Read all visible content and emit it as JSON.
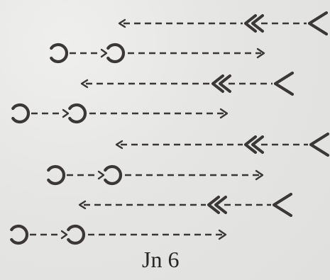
{
  "caption": "Jn 6",
  "ink_color": "#3a3736",
  "rows": [
    {
      "direction": "leftward",
      "glyphs": [
        "chevron-left",
        "double-chevron-left",
        "arrowhead-left"
      ]
    },
    {
      "direction": "rightward",
      "glyphs": [
        "reversed-c",
        "arrowhead-into-reversed-c",
        "arrowhead-right"
      ]
    },
    {
      "direction": "leftward",
      "glyphs": [
        "chevron-left",
        "double-chevron-left",
        "arrowhead-left"
      ]
    },
    {
      "direction": "rightward",
      "glyphs": [
        "reversed-c",
        "arrowhead-into-reversed-c",
        "arrowhead-right"
      ]
    },
    {
      "direction": "leftward",
      "glyphs": [
        "chevron-left",
        "double-chevron-left",
        "arrowhead-left"
      ]
    },
    {
      "direction": "rightward",
      "glyphs": [
        "reversed-c",
        "arrowhead-into-reversed-c",
        "arrowhead-right"
      ]
    },
    {
      "direction": "leftward",
      "glyphs": [
        "chevron-left",
        "double-chevron-left",
        "arrowhead-left"
      ]
    },
    {
      "direction": "rightward",
      "glyphs": [
        "reversed-c",
        "arrowhead-into-reversed-c",
        "arrowhead-right"
      ]
    }
  ]
}
